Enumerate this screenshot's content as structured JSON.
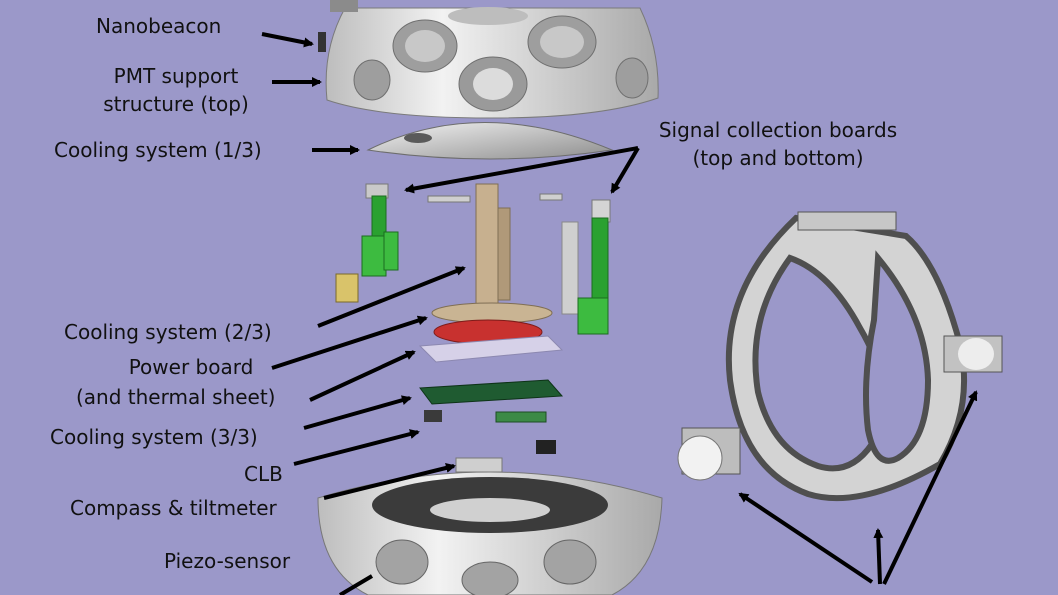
{
  "labels": {
    "nanobeacon": "Nanobeacon",
    "pmt_support_1": "PMT support",
    "pmt_support_2": "structure (top)",
    "cooling_1": "Cooling system (1/3)",
    "signal_1": "Signal collection boards",
    "signal_2": "(top and bottom)",
    "cooling_2": "Cooling system (2/3)",
    "power_1": "Power board",
    "power_2": "(and thermal sheet)",
    "cooling_3": "Cooling system (3/3)",
    "clb": "CLB",
    "compass": "Compass & tiltmeter",
    "piezo": "Piezo-sensor"
  },
  "colors": {
    "background": "#9b98c9",
    "shell": "#e6e6e6",
    "board_green": "#2aa130",
    "arrow": "#000000"
  }
}
